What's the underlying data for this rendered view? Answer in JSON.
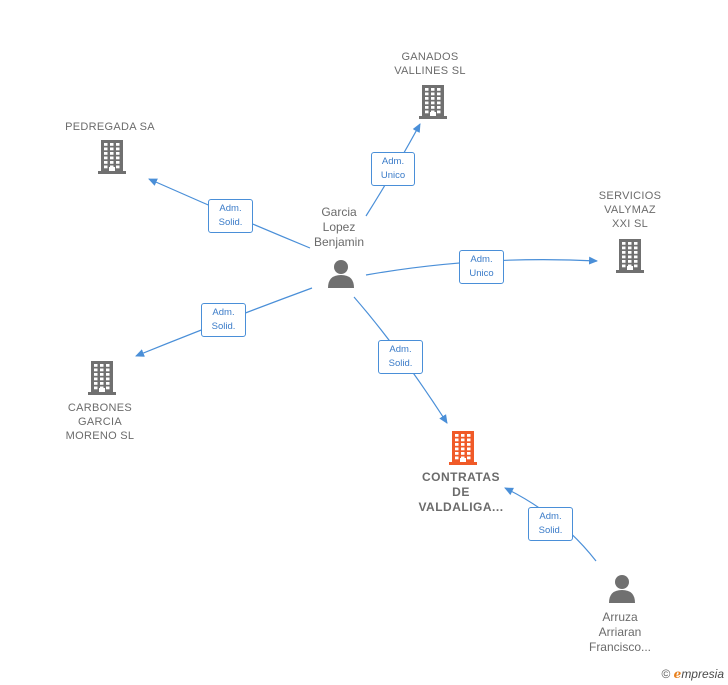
{
  "nodes": {
    "ganados": {
      "label": "GANADOS\nVALLINES  SL"
    },
    "pedregada": {
      "label": "PEDREGADA SA"
    },
    "servicios": {
      "label": "SERVICIOS\nVALYMAZ\nXXI SL"
    },
    "carbones": {
      "label": "CARBONES\nGARCIA\nMORENO  SL"
    },
    "contratas": {
      "label": "CONTRATAS\nDE\nVALDALIGA..."
    },
    "garcia": {
      "label": "Garcia\nLopez\nBenjamin"
    },
    "arruza": {
      "label": "Arruza\nArriaran\nFrancisco..."
    }
  },
  "edges": {
    "e_ganados": {
      "label": "Adm.\nUnico"
    },
    "e_pedregada": {
      "label": "Adm.\nSolid."
    },
    "e_servicios": {
      "label": "Adm.\nUnico"
    },
    "e_carbones": {
      "label": "Adm.\nSolid."
    },
    "e_contratas": {
      "label": "Adm.\nSolid."
    },
    "e_arruza": {
      "label": "Adm.\nSolid."
    }
  },
  "colors": {
    "company": "#707070",
    "focus_company": "#f05a28",
    "person": "#707070",
    "edge": "#4a8fd8"
  },
  "brand": {
    "copyright": "©",
    "e": "e",
    "rest": "mpresia"
  }
}
